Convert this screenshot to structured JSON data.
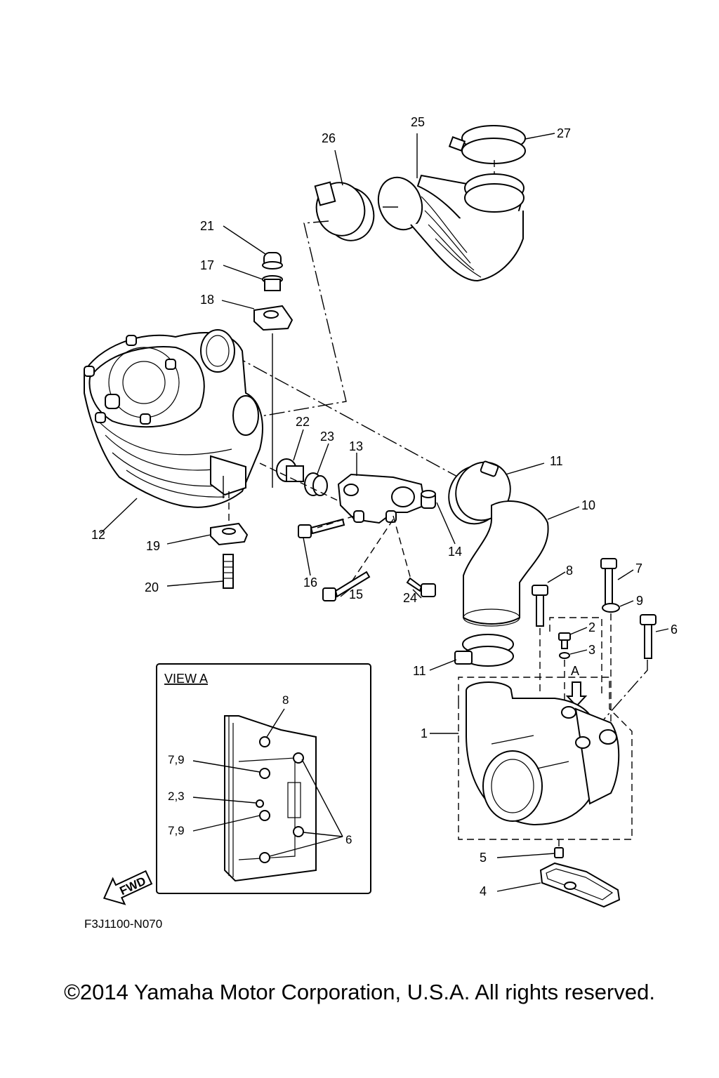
{
  "callouts": {
    "p1": "1",
    "p2": "2",
    "p3": "3",
    "p4": "4",
    "p5": "5",
    "p6": "6",
    "p7": "7",
    "p8": "8",
    "p9": "9",
    "p10": "10",
    "p11a": "11",
    "p11b": "11",
    "p12": "12",
    "p13": "13",
    "p14": "14",
    "p15": "15",
    "p16": "16",
    "p17": "17",
    "p18": "18",
    "p19": "19",
    "p20": "20",
    "p21": "21",
    "p22": "22",
    "p23": "23",
    "p24": "24",
    "p25": "25",
    "p26": "26",
    "p27": "27"
  },
  "view_a": {
    "title": "VIEW A",
    "label_8": "8",
    "label_79a": "7,9",
    "label_23": "2,3",
    "label_79b": "7,9",
    "label_6": "6"
  },
  "arrow_a": "A",
  "fwd": "FWD",
  "diagram_code": "F3J1100-N070",
  "copyright": "©2014 Yamaha Motor Corporation, U.S.A. All rights reserved."
}
